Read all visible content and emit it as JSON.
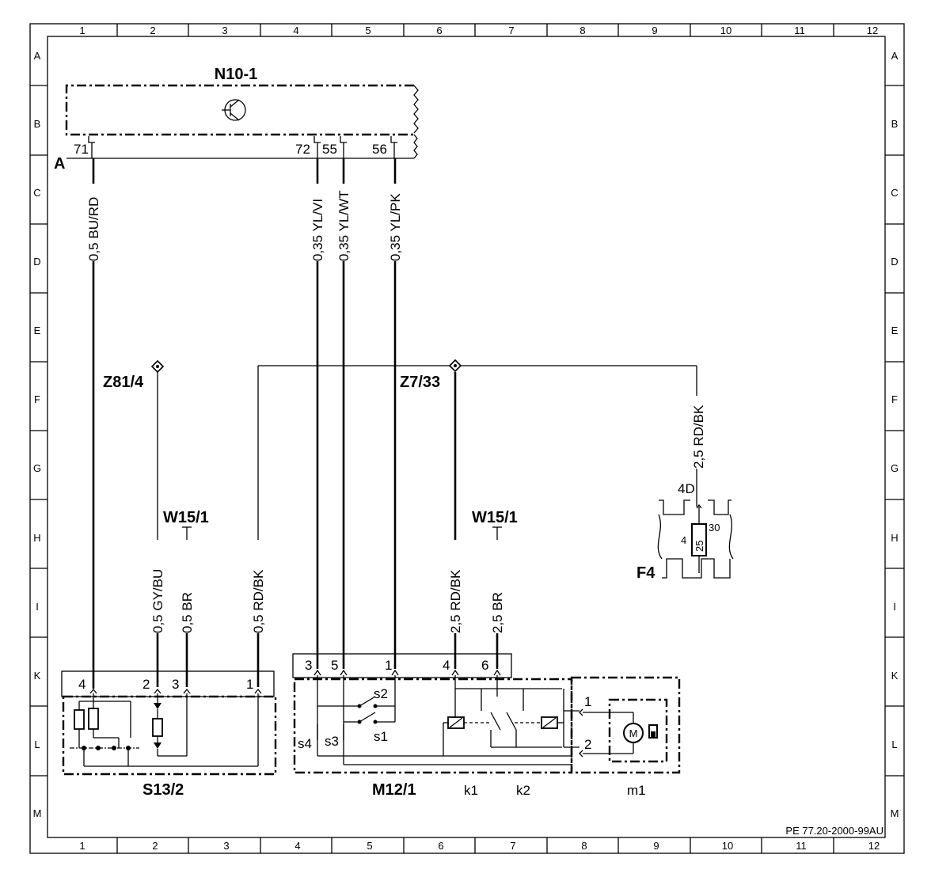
{
  "grid": {
    "columns": [
      "1",
      "2",
      "3",
      "4",
      "5",
      "6",
      "7",
      "8",
      "9",
      "10",
      "11",
      "12"
    ],
    "rows": [
      "A",
      "B",
      "C",
      "D",
      "E",
      "F",
      "G",
      "H",
      "I",
      "K",
      "L",
      "M"
    ]
  },
  "doc_code": "PE 77.20-2000-99AU",
  "components": {
    "n10_1": "N10-1",
    "s13_2": "S13/2",
    "m12_1": "M12/1",
    "f4": "F4",
    "z81_4": "Z81/4",
    "z7_33": "Z7/33",
    "w15_1_left": "W15/1",
    "w15_1_right": "W15/1",
    "connector_a": "A"
  },
  "n10_pins": [
    "71",
    "72",
    "55",
    "56"
  ],
  "wires": {
    "w1": "0,5 BU/RD",
    "w2": "0,35 YL/VI",
    "w3": "0,35 YL/WT",
    "w4": "0,35 YL/PK",
    "w5": "2,5 RD/BK",
    "w6": "0,5 GY/BU",
    "w7": "0,5 BR",
    "w8": "0,5 RD/BK",
    "w9": "2,5 RD/BK",
    "w10": "2,5 BR"
  },
  "s13_pins": [
    "4",
    "2",
    "3",
    "1"
  ],
  "m12_pins": [
    "3",
    "5",
    "1",
    "4",
    "6"
  ],
  "m12_internal": {
    "s1": "s1",
    "s2": "s2",
    "s3": "s3",
    "s4": "s4",
    "k1": "k1",
    "k2": "k2",
    "m1": "m1",
    "motor": "M",
    "motor_pin1": "1",
    "motor_pin2": "2"
  },
  "fuse": {
    "slot": "4D",
    "left": "4",
    "rating": "25",
    "right": "30"
  }
}
